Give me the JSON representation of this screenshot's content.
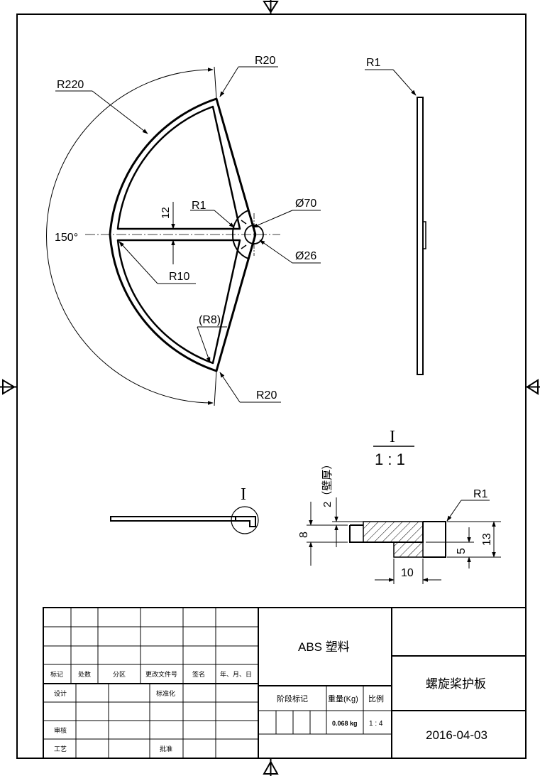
{
  "dimensions": {
    "r220": "R220",
    "r20_top": "R20",
    "r20_bottom": "R20",
    "r1_side": "R1",
    "r1_center": "R1",
    "r1_detail": "R1",
    "dia70": "Ø70",
    "dia26": "Ø26",
    "r10": "R10",
    "r8": "(R8)",
    "thk12": "12",
    "angle": "150°",
    "wall": "2（壁厚）",
    "d8": "8",
    "d5": "5",
    "d13": "13",
    "d10": "10"
  },
  "detail": {
    "label": "I",
    "scale": "1 : 1",
    "marker": "I"
  },
  "title_block": {
    "rev_headers": [
      "标记",
      "处数",
      "分区",
      "更改文件号",
      "签名",
      "年、月、日"
    ],
    "left_labels": {
      "design": "设计",
      "standardize": "标准化",
      "review": "审核",
      "process": "工艺",
      "approve": "批准"
    },
    "material": "ABS 塑料",
    "stage_label": "阶段标记",
    "weight_label": "重量(Kg)",
    "scale_label": "比例",
    "weight_value": "0.068 kg",
    "scale_value": "1 : 4",
    "part_name": "螺旋桨护板",
    "date": "2016-04-03"
  }
}
